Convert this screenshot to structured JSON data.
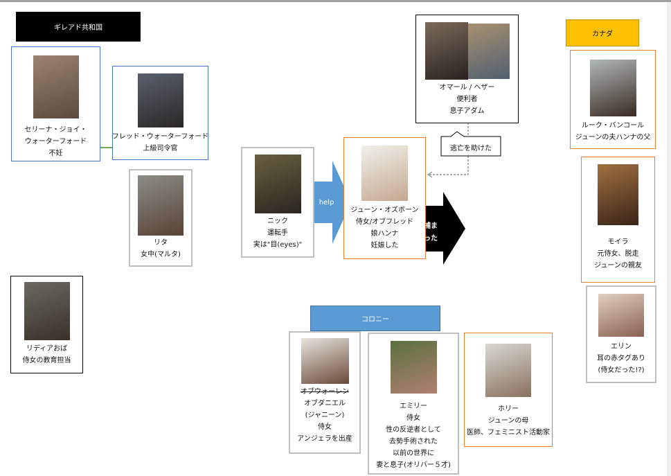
{
  "groups": {
    "gilead": "ギレアド共和国",
    "canada": "カナダ",
    "colony": "コロニー"
  },
  "arrows": {
    "help": "help",
    "captured": "捕ま\nった",
    "callout": "逃亡を助けた"
  },
  "people": {
    "serena": [
      "セリーナ・ジョイ・",
      "ウォーターフォード",
      "不妊"
    ],
    "fred": [
      "フレッド・ウォーターフォード",
      "上級司令官"
    ],
    "rita": [
      "リタ",
      "女中(マルタ)"
    ],
    "lydia": [
      "リディアおば",
      "侍女の教育担当"
    ],
    "nick": [
      "ニック",
      "運転手",
      "実は\"目(eyes)\""
    ],
    "june": [
      "ジューン・オズボーン",
      "侍女/オブフレッド",
      "娘ハンナ",
      "妊娠した"
    ],
    "omar": [
      "オマール / ヘザー",
      "便利者",
      "息子アダム"
    ],
    "luke": [
      "ルーク・バンコール",
      "ジューンの夫ハンナの父"
    ],
    "moira": [
      "モイラ",
      "元侍女、脱走",
      "ジューンの親友"
    ],
    "erin": [
      "エリン",
      "耳の赤タグあり",
      "(侍女だった!?)"
    ],
    "janine": [
      "オブウォーレン",
      "オブダニエル",
      "(ジャニーン)",
      "侍女",
      "アンジェラを出産"
    ],
    "emily": [
      "エミリー",
      "侍女",
      "性の反逆者として",
      "去勢手術された",
      "以前の世界に",
      "妻と息子(オリバー５才)"
    ],
    "holly": [
      "ホリー",
      "ジューンの母",
      "医師、フェミニスト活動家"
    ]
  },
  "colors": {
    "help": "#5B9BD5",
    "canada": "#FFC000",
    "orange": "#ED7D31",
    "blue": "#4472C4"
  }
}
